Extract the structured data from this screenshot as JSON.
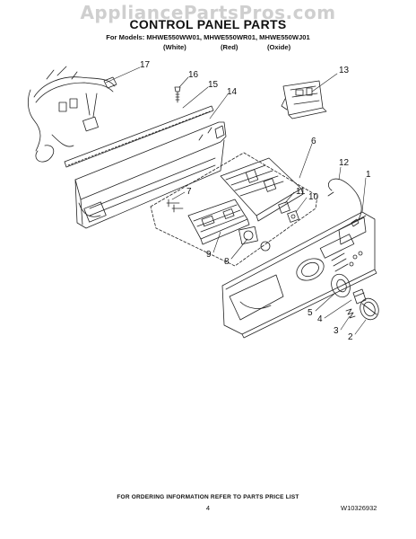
{
  "watermark": "AppliancePartsPros.com",
  "title": "CONTROL PANEL PARTS",
  "models_line": "For Models: MHWE550WW01, MHWE550WR01, MHWE550WJ01",
  "variants": [
    "(White)",
    "(Red)",
    "(Oxide)"
  ],
  "callouts": [
    "17",
    "16",
    "15",
    "14",
    "13",
    "6",
    "7",
    "11",
    "10",
    "12",
    "1",
    "9",
    "8",
    "5",
    "4",
    "3",
    "2"
  ],
  "footer_note": "FOR ORDERING INFORMATION REFER TO PARTS PRICE LIST",
  "page_number": "4",
  "document_number": "W10326932"
}
